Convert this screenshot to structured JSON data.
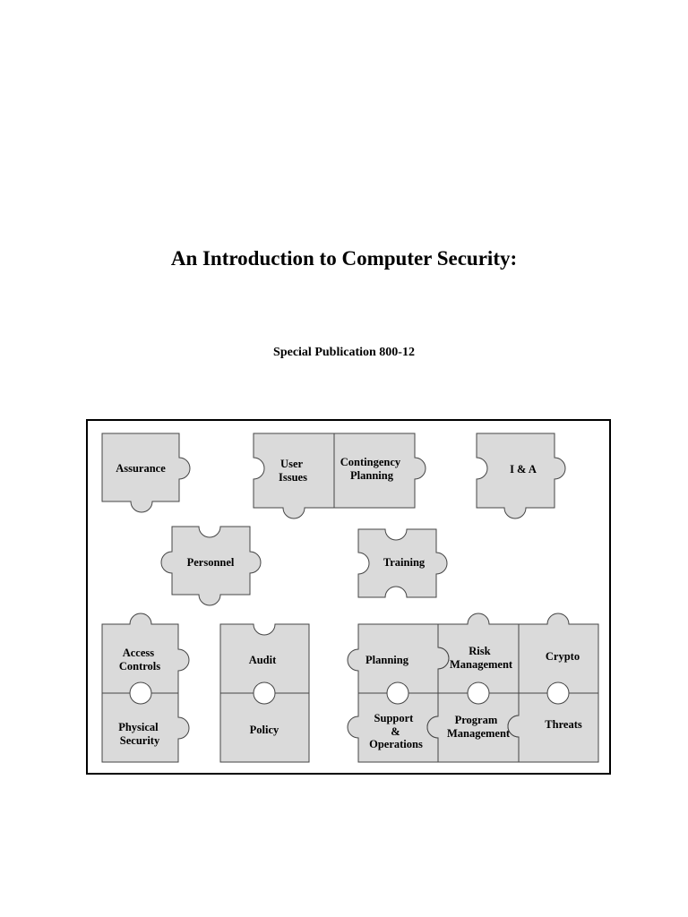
{
  "document": {
    "title": "An Introduction to Computer Security:",
    "subtitle": "Special Publication 800-12"
  },
  "puzzle": {
    "pieces": {
      "assurance": [
        "Assurance"
      ],
      "user_issues": [
        "User",
        "Issues"
      ],
      "contingency_planning": [
        "Contingency",
        "Planning"
      ],
      "ia": [
        "I & A"
      ],
      "personnel": [
        "Personnel"
      ],
      "training": [
        "Training"
      ],
      "access_controls": [
        "Access",
        "Controls"
      ],
      "physical_security": [
        "Physical",
        "Security"
      ],
      "audit": [
        "Audit"
      ],
      "policy": [
        "Policy"
      ],
      "planning": [
        "Planning"
      ],
      "risk_management": [
        "Risk",
        "Management"
      ],
      "crypto": [
        "Crypto"
      ],
      "support_operations": [
        "Support",
        "&",
        "Operations"
      ],
      "program_management": [
        "Program",
        "Management"
      ],
      "threats": [
        "Threats"
      ]
    }
  }
}
